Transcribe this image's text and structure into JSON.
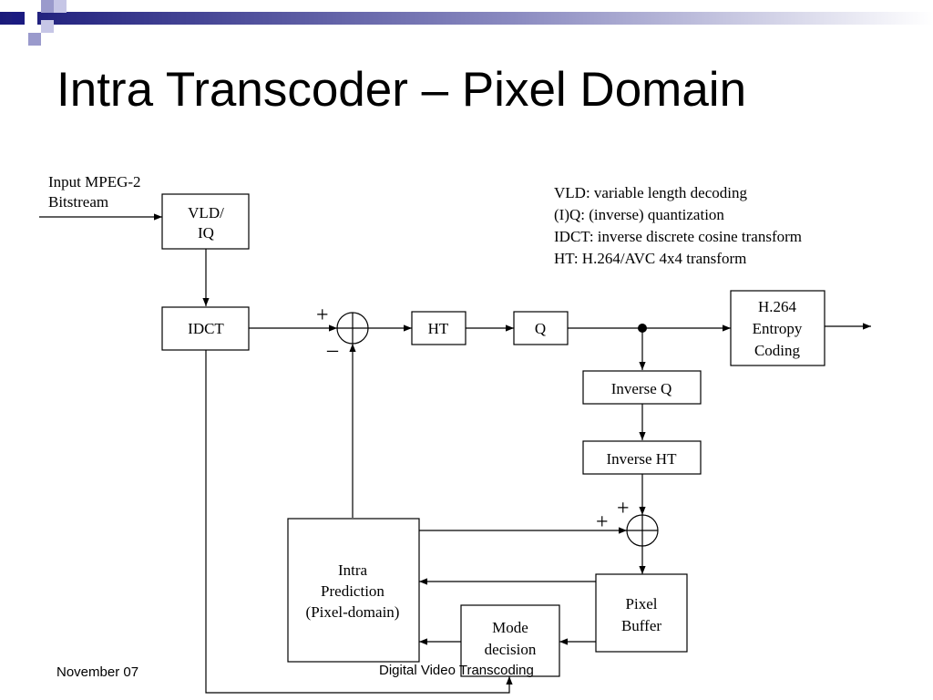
{
  "slide": {
    "title": "Intra Transcoder – Pixel Domain",
    "footer_date": "November 07",
    "footer_title": "Digital Video Transcoding"
  },
  "diagram": {
    "input_label": [
      "Input MPEG-2",
      "Bitstream"
    ],
    "legend": [
      "VLD: variable length decoding",
      "(I)Q: (inverse) quantization",
      "IDCT: inverse discrete cosine transform",
      "HT: H.264/AVC 4x4 transform"
    ],
    "blocks": {
      "vld_iq": [
        "VLD/",
        "IQ"
      ],
      "idct": "IDCT",
      "ht": "HT",
      "q": "Q",
      "entropy": [
        "H.264",
        "Entropy",
        "Coding"
      ],
      "inverse_q": "Inverse Q",
      "inverse_ht": "Inverse HT",
      "intra_prediction": [
        "Intra",
        "Prediction",
        "(Pixel-domain)"
      ],
      "mode_decision": [
        "Mode",
        "decision"
      ],
      "pixel_buffer": [
        "Pixel",
        "Buffer"
      ]
    },
    "signs": {
      "sum1_plus": "+",
      "sum1_minus": "–",
      "sum2_plus_top": "+",
      "sum2_plus_left": "+"
    }
  }
}
